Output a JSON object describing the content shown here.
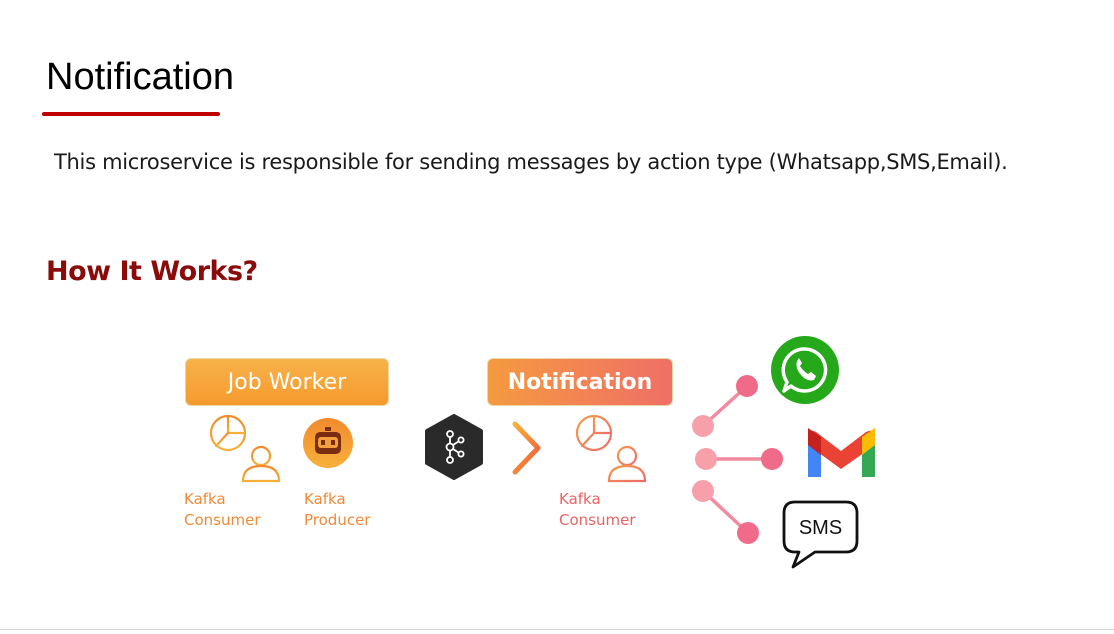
{
  "page": {
    "title": "Notification",
    "description": "This microservice is responsible for sending messages by action type (Whatsapp,SMS,Email).",
    "subheading": "How It Works?"
  },
  "diagram": {
    "job_worker": {
      "label": "Job Worker",
      "icons": [
        "analytics-user-icon",
        "robot-icon"
      ],
      "components": [
        {
          "line1": "Kafka",
          "line2": "Consumer"
        },
        {
          "line1": "Kafka",
          "line2": "Producer"
        }
      ]
    },
    "broker_icon": "kafka-icon",
    "arrow_icon": "chevron-right-icon",
    "notification": {
      "label": "Notification",
      "icons": [
        "analytics-user-icon"
      ],
      "components": [
        {
          "line1": "Kafka",
          "line2": "Consumer"
        }
      ]
    },
    "channels": [
      {
        "name": "whatsapp",
        "icon": "whatsapp-icon",
        "color": "#25a81a"
      },
      {
        "name": "email",
        "icon": "gmail-icon",
        "color": "#ea4335"
      },
      {
        "name": "sms",
        "icon": "sms-bubble-icon",
        "text": "SMS"
      }
    ],
    "colors": {
      "accent": "#c00000",
      "heading": "#8b0a0a",
      "orange": "#f59a2d",
      "pink": "#f06a8a"
    }
  }
}
